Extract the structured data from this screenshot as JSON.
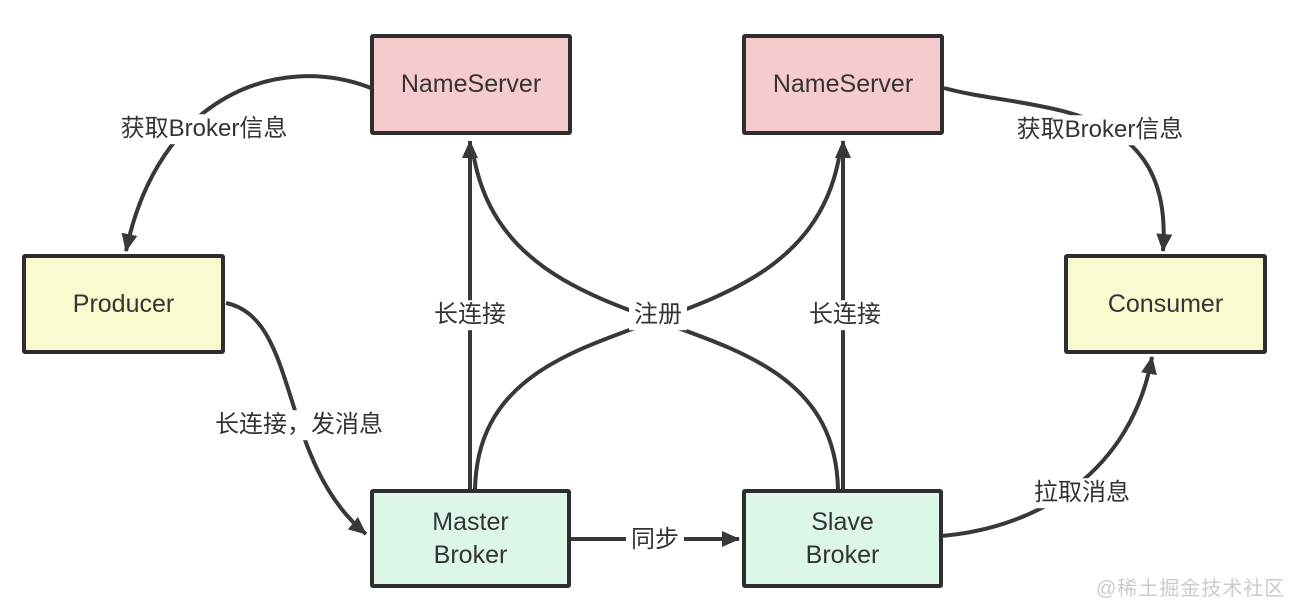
{
  "diagram": {
    "nodes": {
      "nameserver_left": {
        "label": "NameServer"
      },
      "nameserver_right": {
        "label": "NameServer"
      },
      "producer": {
        "label": "Producer"
      },
      "consumer": {
        "label": "Consumer"
      },
      "master_broker": {
        "label": "Master\nBroker"
      },
      "slave_broker": {
        "label": "Slave\nBroker"
      }
    },
    "edges": [
      {
        "from": "nameserver_left",
        "to": "producer",
        "label": "获取Broker信息"
      },
      {
        "from": "producer",
        "to": "master_broker",
        "label": "长连接，发消息"
      },
      {
        "from": "master_broker",
        "to": "nameserver_left",
        "label": "长连接"
      },
      {
        "from": "master_broker",
        "to": "nameserver_right",
        "label": "注册"
      },
      {
        "from": "slave_broker",
        "to": "nameserver_left",
        "label": "注册"
      },
      {
        "from": "slave_broker",
        "to": "nameserver_right",
        "label": "长连接"
      },
      {
        "from": "master_broker",
        "to": "slave_broker",
        "label": "同步"
      },
      {
        "from": "slave_broker",
        "to": "consumer",
        "label": "拉取消息"
      },
      {
        "from": "nameserver_right",
        "to": "consumer",
        "label": "获取Broker信息"
      }
    ],
    "edge_labels": {
      "get_broker_info_left": "获取Broker信息",
      "get_broker_info_right": "获取Broker信息",
      "long_connection_left": "长连接",
      "long_connection_right": "长连接",
      "register": "注册",
      "long_connection_send": "长连接，发消息",
      "sync": "同步",
      "pull_message": "拉取消息"
    },
    "watermark": "@稀土掘金技术社区",
    "colors": {
      "background": "#ffffff",
      "line": "#383838",
      "node_border": "#2e2e2e",
      "nameserver_fill": "#f5cbce",
      "producer_consumer_fill": "#fafad0",
      "broker_fill": "#dcf6e8",
      "text": "#333333",
      "watermark_text": "#cbcbcb"
    }
  }
}
